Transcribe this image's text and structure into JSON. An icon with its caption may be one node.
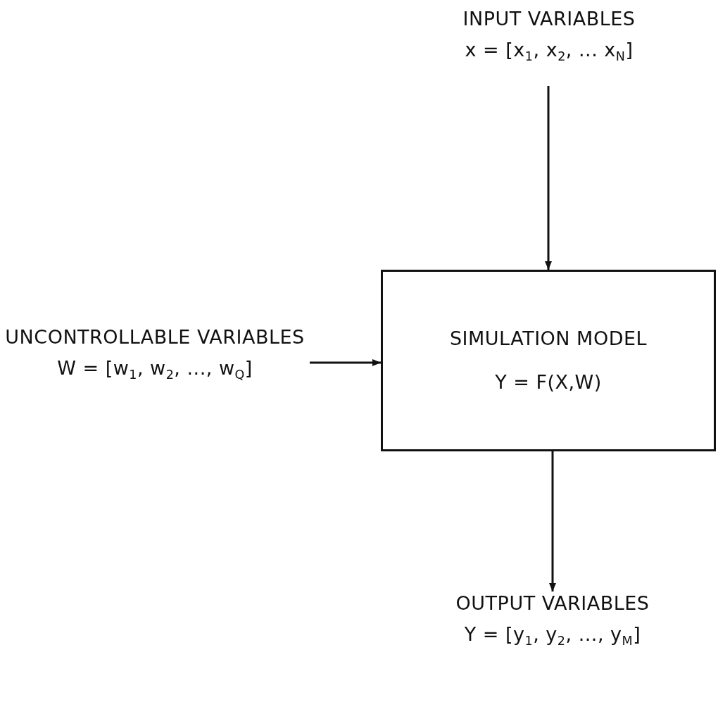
{
  "diagram": {
    "nodes": [
      {
        "text": [
          "INPUT VARIABLES",
          "x = [x$_{1}$, x$_{2}$, ... x$_{N}$]"
        ]
      },
      {
        "text": [
          "SIMULATION MODEL",
          "Y = F(X,W)"
        ]
      },
      {
        "text": [
          "UNCONTROLLABLE VARIABLES",
          "W = [w$_{1}$, w$_{2}$, ..., w$_{Q}$]"
        ]
      },
      {
        "text": [
          "OUTPUT VARIABLES",
          "Y = [y$_{1}$, y$_{2}$, ..., y$_{M}$]"
        ]
      }
    ],
    "edges": [
      {
        "from": 0,
        "to": 1,
        "arrow": "to"
      },
      {
        "from": 2,
        "to": 1,
        "arrow": "to"
      },
      {
        "from": 1,
        "to": 3,
        "arrow": "to"
      }
    ]
  }
}
